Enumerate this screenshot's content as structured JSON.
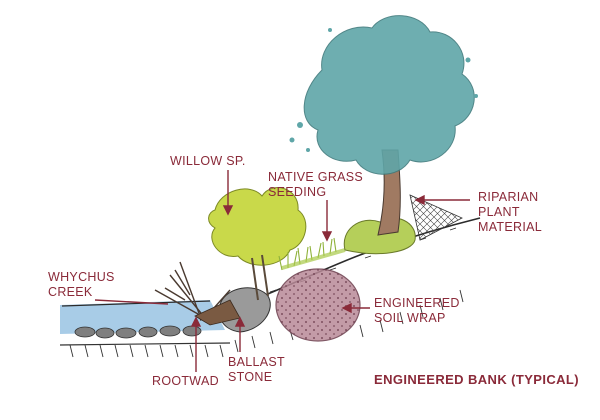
{
  "labels": {
    "willow": [
      "WILLOW SP."
    ],
    "native_grass": [
      "NATIVE GRASS",
      "SEEDING"
    ],
    "riparian": [
      "RIPARIAN",
      "PLANT",
      "MATERIAL"
    ],
    "creek": [
      "WHYCHUS",
      "CREEK"
    ],
    "soil_wrap": [
      "ENGINEERED",
      "SOIL WRAP"
    ],
    "ballast": [
      "BALLAST",
      "STONE"
    ],
    "rootwad": [
      "ROOTWAD"
    ]
  },
  "title": "ENGINEERED BANK (TYPICAL)",
  "colors": {
    "label_text": "#8a2a39",
    "tree_canopy": "#5fa6a8",
    "willow": "#c9d94a",
    "grass": "#a9c94a",
    "soil_wrap": "#b98a98",
    "water": "#9fc7e4",
    "stone": "#8a8a8a",
    "ink": "#2b2b2b"
  }
}
